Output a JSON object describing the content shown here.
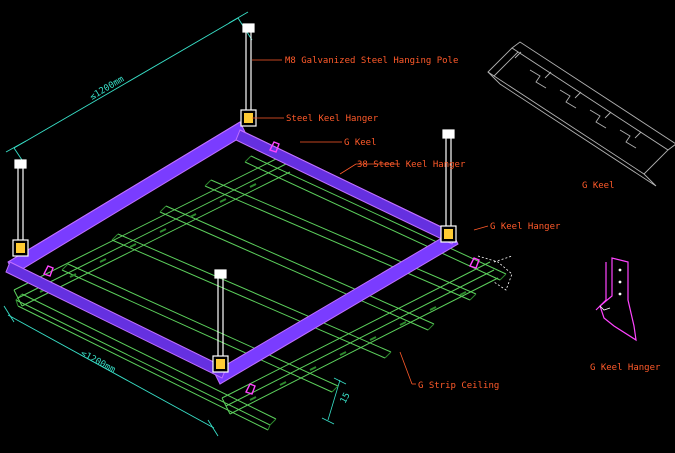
{
  "drawing": {
    "labels": {
      "hanging_pole": "M8 Galvanized Steel Hanging Pole",
      "steel_keel_hanger": "Steel Keel Hanger",
      "g_keel": "G Keel",
      "steel_keel_hanger_38": "38 Steel Keel Hanger",
      "g_keel_hanger_small": "G Keel Hanger",
      "g_strip_ceiling": "G Strip Ceiling",
      "g_keel_detail": "G Keel",
      "g_keel_hanger_detail": "G Keel Hanger"
    },
    "dimensions": {
      "top_span": "≤1200mm",
      "bottom_span": "≤1200mm",
      "strip_gap": "15"
    },
    "colors": {
      "background": "#000000",
      "label_text": "#ff5a2a",
      "dimension": "#38e0c8",
      "leader": "#ff5a2a",
      "keel_main": "#7a3cff",
      "keel_outline": "#c070ff",
      "hanger_clip": "#ff44ff",
      "strip": "#5cd05c",
      "strip_dark": "#2e8a2e",
      "pole": "#ffffff",
      "detail_line": "#b0b0b0"
    }
  }
}
